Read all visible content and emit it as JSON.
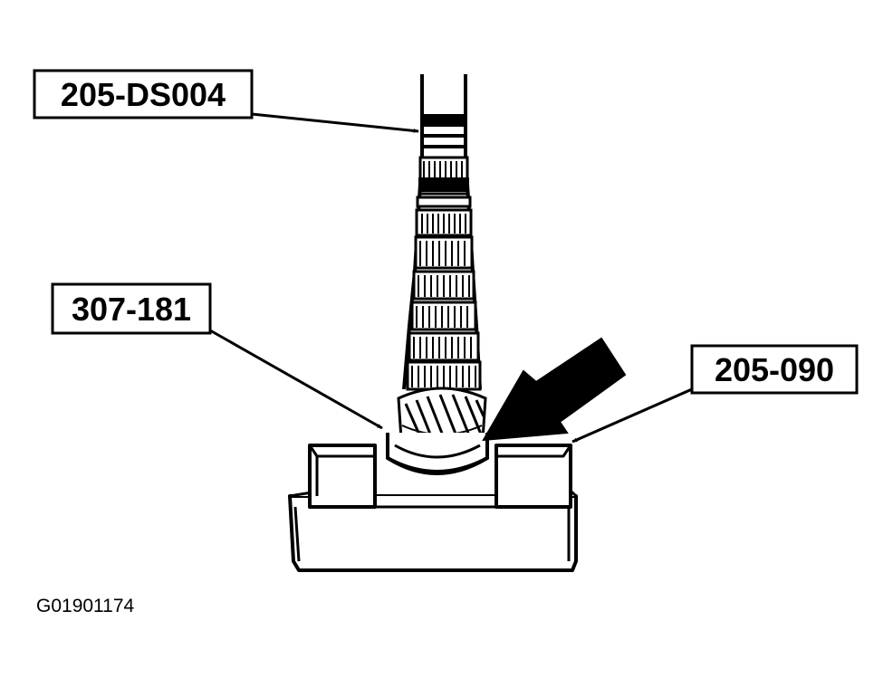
{
  "callouts": {
    "tool_top": "205-DS004",
    "tool_left": "307-181",
    "tool_right": "205-090"
  },
  "figure_id": "G01901174",
  "colors": {
    "ink": "#000000",
    "paper": "#ffffff",
    "shade": "#555555"
  }
}
